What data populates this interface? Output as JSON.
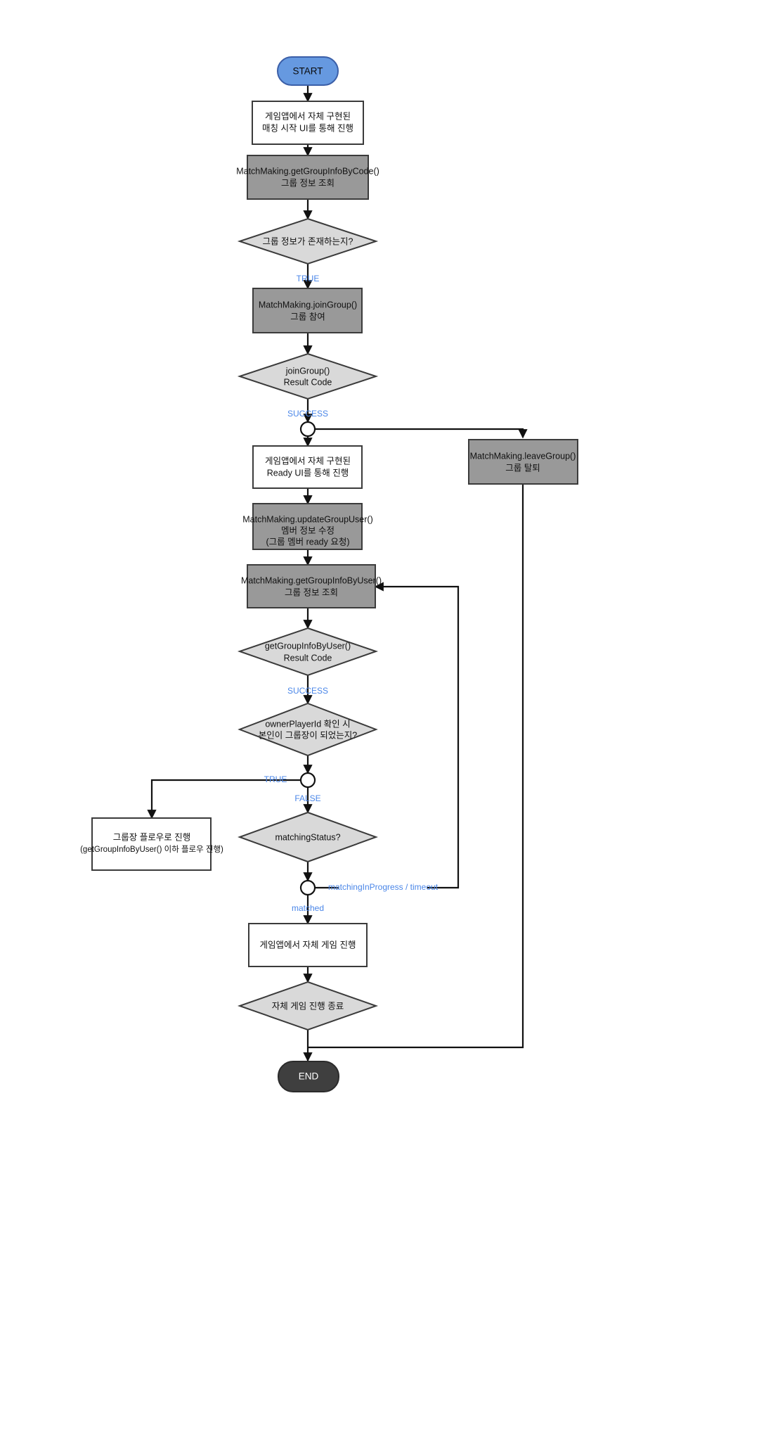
{
  "diagram": {
    "title": "MatchMaking group matching flow",
    "colors": {
      "api_box_fill": "#999999",
      "plain_box_fill": "#ffffff",
      "decision_fill": "#d9d9d9",
      "start_fill": "#6699e0",
      "end_fill": "#3f3f3f",
      "edge_label": "#4a86e8",
      "stroke": "#3b3b3b"
    },
    "nodes": {
      "start": {
        "label": "START",
        "shape": "terminal"
      },
      "matching_ui": {
        "line1": "게임앱에서 자체 구현된",
        "line2": "매칭 시작 UI를 통해 진행",
        "shape": "process"
      },
      "get_group_info_by_code": {
        "line1": "MatchMaking.getGroupInfoByCode()",
        "line2": "그룹 정보 조회",
        "shape": "process-api"
      },
      "group_exists": {
        "label": "그룹 정보가 존재하는지?",
        "shape": "decision"
      },
      "join_group": {
        "line1": "MatchMaking.joinGroup()",
        "line2": "그룹 참여",
        "shape": "process-api"
      },
      "join_group_result": {
        "line1": "joinGroup()",
        "line2": "Result Code",
        "shape": "decision"
      },
      "leave_group": {
        "line1": "MatchMaking.leaveGroup()",
        "line2": "그룹 탈퇴",
        "shape": "process-api"
      },
      "ready_ui": {
        "line1": "게임앱에서 자체 구현된",
        "line2": "Ready UI를 통해 진행",
        "shape": "process"
      },
      "update_group_user": {
        "line1": "MatchMaking.updateGroupUser()",
        "line2": "멤버 정보 수정",
        "line3": "(그룹 멤버 ready 요청)",
        "shape": "process-api"
      },
      "get_group_info_by_user": {
        "line1": "MatchMaking.getGroupInfoByUser()",
        "line2": "그룹 정보 조회",
        "shape": "process-api"
      },
      "get_group_info_by_user_result": {
        "line1": "getGroupInfoByUser()",
        "line2": "Result Code",
        "shape": "decision"
      },
      "owner_check": {
        "line1": "ownerPlayerId 확인 시",
        "line2": "본인이 그룹장이 되었는지?",
        "shape": "decision"
      },
      "owner_flow": {
        "line1": "그룹장 플로우로 진행",
        "line2": "(getGroupInfoByUser() 이하 플로우 진행)",
        "shape": "process"
      },
      "matching_status": {
        "label": "matchingStatus?",
        "shape": "decision"
      },
      "play_game": {
        "label": "게임앱에서 자체 게임 진행",
        "shape": "process"
      },
      "game_end": {
        "label": "자체 게임 진행 종료",
        "shape": "decision"
      },
      "end": {
        "label": "END",
        "shape": "terminal"
      }
    },
    "edge_labels": {
      "group_exists_true": "TRUE",
      "join_group_success": "SUCCESS",
      "get_group_info_success": "SUCCESS",
      "owner_true": "TRUE",
      "owner_false": "FALSE",
      "matching_in_progress": "matchingInProgress / timeout",
      "matched": "matched"
    }
  }
}
